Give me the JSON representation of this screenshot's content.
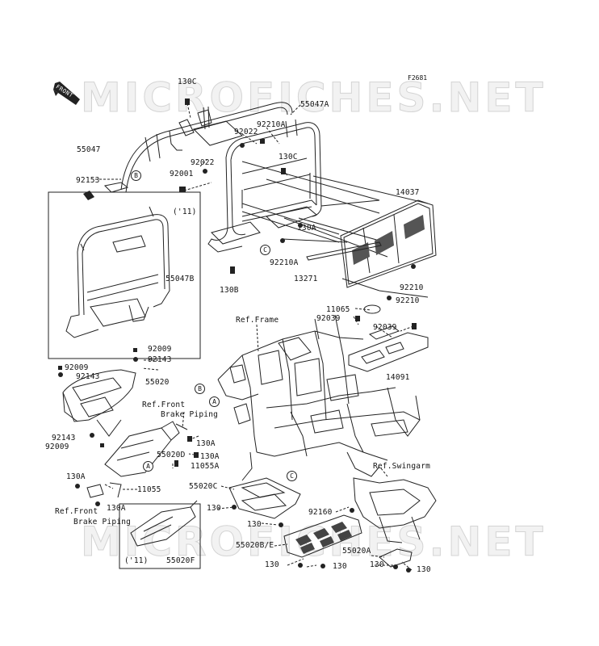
{
  "figure_code": "F2681",
  "watermark": "MICROFICHES.NET",
  "front_label": "FRONT",
  "labels": {
    "p130C_top": "130C",
    "p55047A": "55047A",
    "p92210A_top": "92210A",
    "p92022_a": "92022",
    "p55047": "55047",
    "p130C_mid": "130C",
    "p92022_b": "92022",
    "p92001": "92001",
    "p92153": "92153",
    "p14037": "14037",
    "p11_top": "('11)",
    "p130A_mid": "130A",
    "p92210A_mid": "92210A",
    "p55047B": "55047B",
    "p13271": "13271",
    "p130B": "130B",
    "p92210_a": "92210",
    "p92210_b": "92210",
    "p11065": "11065",
    "ref_frame": "Ref.Frame",
    "p92039_a": "92039",
    "p92039_b": "92039",
    "p92009_a": "92009",
    "p92143_a": "92143",
    "p92009_b": "92009",
    "p92143_b": "92143",
    "p55020": "55020",
    "p14091": "14091",
    "ref_front_brake_1": "Ref.Front",
    "ref_front_brake_2": "Brake Piping",
    "p92143_c": "92143",
    "p92009_c": "92009",
    "p130A_a": "130A",
    "p130A_b": "130A",
    "p55020D": "55020D",
    "p11055A": "11055A",
    "ref_swingarm": "Ref.Swingarm",
    "p130A_left": "130A",
    "p11055": "11055",
    "p55020C": "55020C",
    "p130_a": "130",
    "p130A_c": "130A",
    "ref_front_brake_3": "Ref.Front",
    "ref_front_brake_4": "Brake Piping",
    "p130_b": "130",
    "p92160": "92160",
    "p55020BE": "55020B/E",
    "p55020A": "55020A",
    "p130_c": "130",
    "p130_d": "130",
    "p130_e": "130",
    "p130_f": "130",
    "p11_bottom": "('11)",
    "p55020F": "55020F"
  },
  "callouts": {
    "B_top": "B",
    "C_mid": "C",
    "B_frame": "B",
    "A_frame": "A",
    "A_lower": "A",
    "C_lower": "C"
  },
  "colors": {
    "line": "#222222",
    "watermark_fill": "#f2f2f2",
    "watermark_stroke": "#d4d4d4",
    "tag": "#222222"
  }
}
